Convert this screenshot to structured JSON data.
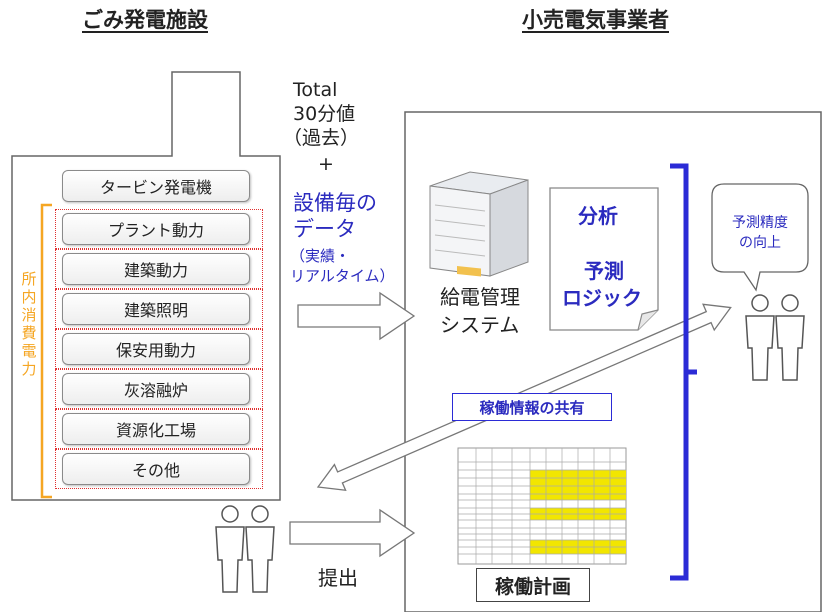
{
  "left_heading": "ごみ発電施設",
  "right_heading": "小売電気事業者",
  "turbine": "タービン発電機",
  "internal_power_label": "所内消費電力",
  "equipment": [
    "プラント動力",
    "建築動力",
    "建築照明",
    "保安用動力",
    "灰溶融炉",
    "資源化工場",
    "その他"
  ],
  "flow_total": "Total",
  "flow_30min": "30分値",
  "flow_past": "（過去）",
  "flow_plus": "+",
  "flow_per_equip_1": "設備毎の",
  "flow_per_equip_2": "データ",
  "flow_realtime_1": "（実績・",
  "flow_realtime_2": "リアルタイム）",
  "system_line1": "給電管理",
  "system_line2": "システム",
  "doc_line1": "分析",
  "doc_line2": "予測",
  "doc_line3": "ロジック",
  "bubble_line1": "予測精度",
  "bubble_line2": "の向上",
  "share_label": "稼働情報の共有",
  "submit_label": "提出",
  "plan_label": "稼働計画",
  "colors": {
    "blue_text": "#2b2bbf",
    "bracket": "#2b2bd6",
    "orange": "#f5a623",
    "dotted_red": "#e03030",
    "table_yellow": "#f2e600"
  }
}
